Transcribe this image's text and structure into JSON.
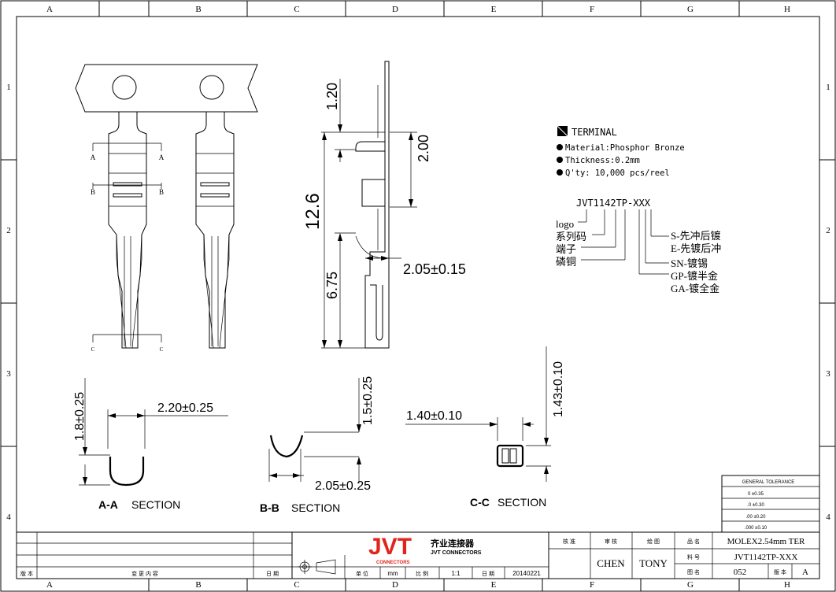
{
  "border": {
    "columns": [
      "A",
      "B",
      "C",
      "D",
      "E",
      "F",
      "G",
      "H"
    ],
    "rows": [
      "1",
      "2",
      "3",
      "4"
    ]
  },
  "spec": {
    "heading": "TERMINAL",
    "lines": [
      "Material:Phosphor Bronze",
      "Thickness:0.2mm",
      "Q'ty: 10,000 pcs/reel"
    ]
  },
  "part_code": {
    "code": "JVT1142TP-XXX",
    "left_labels": [
      "logo",
      "系列码",
      "端子",
      "磷铜"
    ],
    "right_labels": [
      "S-先冲后镀",
      "E-先镀后冲",
      "SN-镀锡",
      "GP-镀半金",
      "GA-镀全金"
    ]
  },
  "dimensions": {
    "d1": "1.20",
    "d2": "2.00",
    "d3": "12.6",
    "d4": "6.75",
    "d5": "2.05±0.15",
    "aa_h": "1.8±0.25",
    "aa_w": "2.20±0.25",
    "bb_h": "1.5±0.25",
    "bb_w": "2.05±0.25",
    "cc_w": "1.40±0.10",
    "cc_h": "1.43±0.10"
  },
  "section_marks": {
    "a": "A",
    "b": "B",
    "c": "C"
  },
  "sections": {
    "aa": {
      "key": "A-A",
      "word": "SECTION"
    },
    "bb": {
      "key": "B-B",
      "word": "SECTION"
    },
    "cc": {
      "key": "C-C",
      "word": "SECTION"
    }
  },
  "tolerance": {
    "title": "GENERAL TOLERANCE",
    "rows": [
      "0   ±0.35",
      ".0   ±0.30",
      ".00  ±0.20",
      ".000 ±0.10"
    ]
  },
  "title_block": {
    "logo": "JVT",
    "logo_sub": "CONNECTORS",
    "company_cn": "齐业连接器",
    "company_en": "JVT CONNECTORS",
    "rev_header": "版 本",
    "change_header": "变 更 内 容",
    "date_header": "日 期",
    "unit_label": "单 位",
    "unit_value": "mm",
    "scale_label": "比 例",
    "scale_value": "1:1",
    "date_label": "日 期",
    "date_value": "20140221",
    "approve_label": "核 准",
    "review_label": "审 核",
    "draw_label": "绘 图",
    "reviewer": "CHEN",
    "drawer": "TONY",
    "name_label": "品 名",
    "name_value": "MOLEX2.54mm TER",
    "part_label": "料 号",
    "part_value": "JVT1142TP-XXX",
    "dwg_label": "图 名",
    "dwg_value": "052",
    "ver_label": "版 本",
    "ver_value": "A"
  }
}
